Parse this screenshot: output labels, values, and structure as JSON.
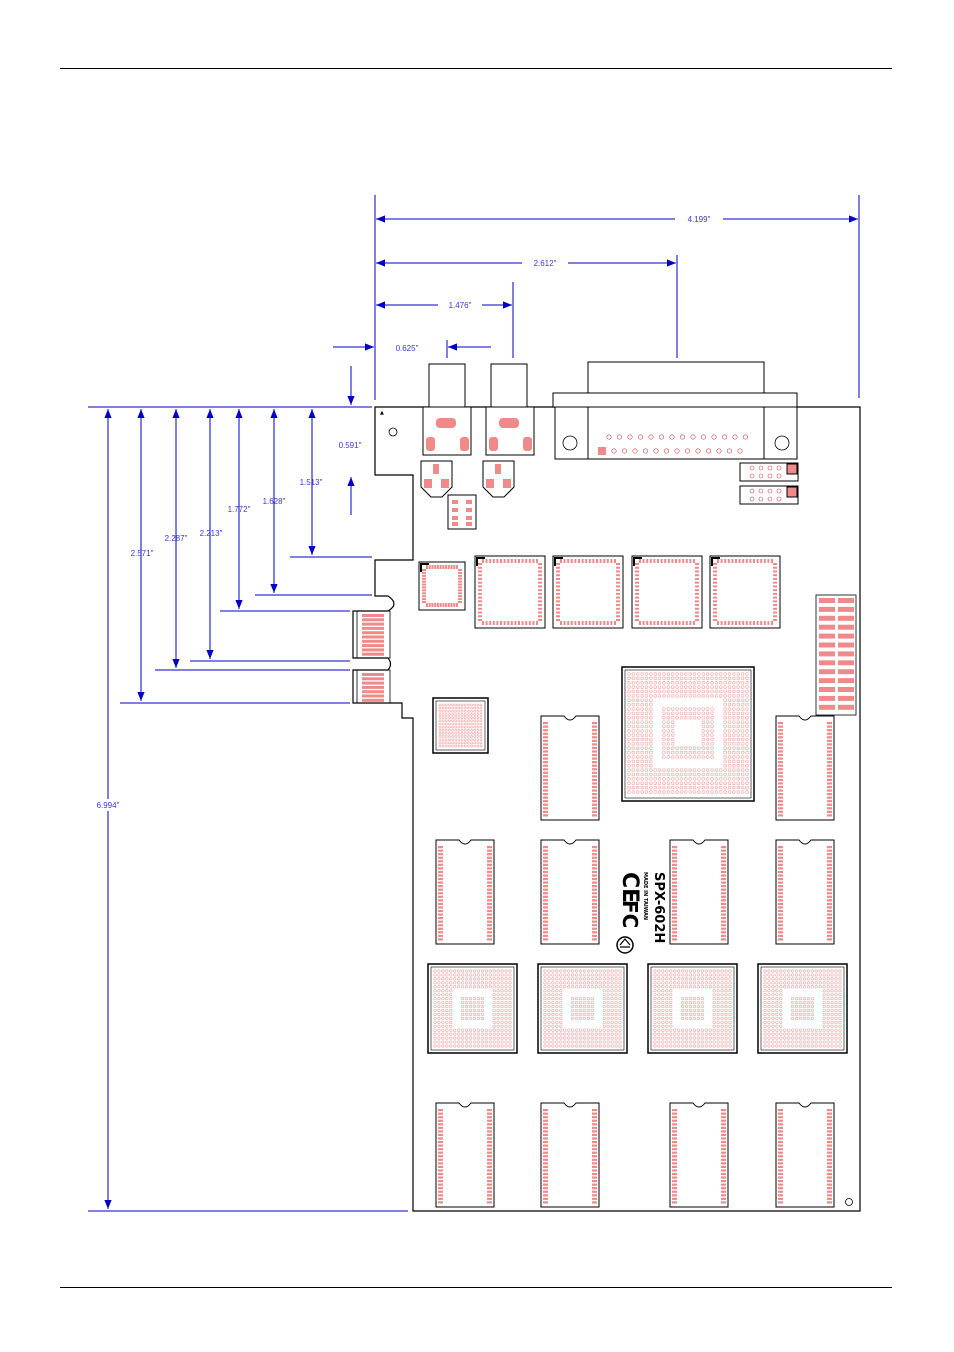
{
  "dimensions": {
    "horizontal": {
      "overall_width": "4.199\"",
      "connector_offset": "2.612\"",
      "jack2_offset": "1.476\"",
      "jack1_offset": "0.625\""
    },
    "vertical": {
      "bracket_top": "0.591\"",
      "notch1": "1.513\"",
      "notch2": "1.628\"",
      "notch3": "1.772\"",
      "notch4": "2.213\"",
      "notch5": "2.287\"",
      "notch6": "2.571\"",
      "overall_height": "6.994\""
    }
  },
  "board": {
    "model": "SPX-602H",
    "made_in": "MADE IN TAIWAN",
    "marks": [
      "CE",
      "FC",
      "recycle"
    ]
  },
  "colors": {
    "dimension": "#3a3ad0",
    "pad": "#f08a8a",
    "outline": "#000000",
    "ball": "#f2b0b0"
  }
}
